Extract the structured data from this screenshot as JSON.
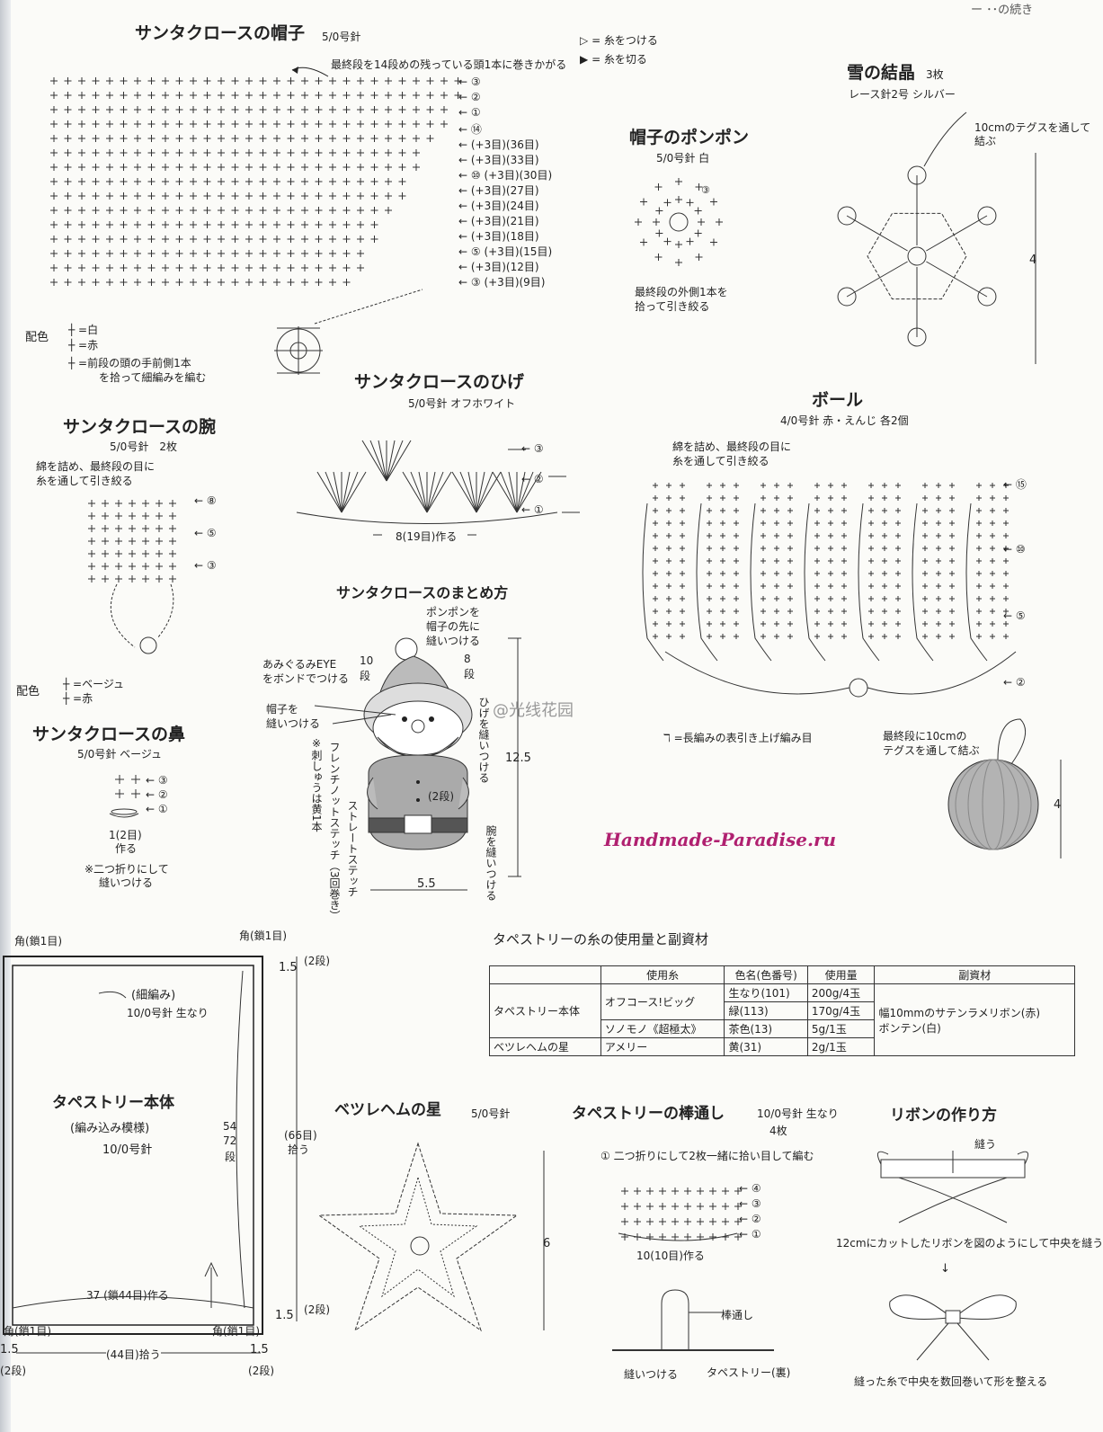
{
  "page_corner": "ー ･･の続き",
  "hat": {
    "title": "サンタクロースの帽子",
    "hook": "5/0号針",
    "top_note": "最終段を14段めの残っている頭1本に巻きかがる",
    "rows": [
      "③",
      "②",
      "①",
      "⑭",
      "(+3目)(36目)",
      "(+3目)(33目)",
      "⑩ (+3目)(30目)",
      "(+3目)(27目)",
      "(+3目)(24目)",
      "(+3目)(21目)",
      "(+3目)(18目)",
      "⑤ (+3目)(15目)",
      "(+3目)(12目)",
      "③ (+3目)(9目)"
    ],
    "color_label": "配色",
    "color_white": "=白",
    "color_red": "=赤",
    "note1": "=前段の頭の手前側1本",
    "note2": "を拾って細編みを編む"
  },
  "legend": {
    "attach": "= 糸をつける",
    "cut": "= 糸を切る"
  },
  "pompom": {
    "title": "帽子のポンポン",
    "spec": "5/0号針 白",
    "note1": "最終段の外側1本を",
    "note2": "拾って引き絞る"
  },
  "snowflake": {
    "title": "雪の結晶",
    "count": "3枚",
    "spec": "レース針2号 シルバー",
    "note1": "10cmのテグスを通して",
    "note2": "結ぶ",
    "size": "4"
  },
  "beard": {
    "title": "サンタクロースのひげ",
    "spec": "5/0号針 オフホワイト",
    "foundation": "8(19目)作る",
    "rows": [
      "③",
      "②",
      "①"
    ]
  },
  "arm": {
    "title": "サンタクロースの腕",
    "spec": "5/0号針　2枚",
    "note1": "綿を詰め、最終段の目に",
    "note2": "糸を通して引き絞る",
    "rows": [
      "⑧",
      "⑤",
      "③"
    ],
    "color_label": "配色",
    "color_beige": "=ベージュ",
    "color_red": "=赤"
  },
  "nose": {
    "title": "サンタクロースの鼻",
    "spec": "5/0号針 ベージュ",
    "rows": [
      "③",
      "②",
      "①"
    ],
    "foundation1": "1(2目)",
    "foundation2": "作る",
    "note1": "※二つ折りにして",
    "note2": "縫いつける"
  },
  "assembly": {
    "title": "サンタクロースのまとめ方",
    "pompom1": "ポンポンを",
    "pompom2": "帽子の先に",
    "pompom3": "縫いつける",
    "eye1": "あみぐるみEYE",
    "eye2": "をボンドでつける",
    "hat1": "帽子を",
    "hat2": "縫いつける",
    "rows10_1": "10",
    "rows10_2": "段",
    "rows8_1": "8",
    "rows8_2": "段",
    "rows2": "(2段)",
    "vertical1": "フレンチノットステッチ（3回巻き）",
    "vertical2": "※刺しゅうは黄1本",
    "vertical3": "ストレートステッチ",
    "vertical4": "ひげを縫いつける",
    "vertical5": "腕を縫いつける",
    "height": "12.5",
    "width": "5.5"
  },
  "ball": {
    "title": "ボール",
    "spec": "4/0号針 赤・えんじ 各2個",
    "note1": "綿を詰め、最終段の目に",
    "note2": "糸を通して引き絞る",
    "rows": [
      "⑮",
      "⑩",
      "⑤",
      "②"
    ],
    "stitch_note": "=長編みの表引き上げ編み目",
    "fin1": "最終段に10cmの",
    "fin2": "テグスを通して結ぶ",
    "size": "4"
  },
  "watermarks": {
    "weibo": "@光线花园",
    "site": "Handmade-Paradise.ru"
  },
  "tapestry": {
    "corner": "角(鎖1目)",
    "border": "(細編み)",
    "border_spec": "10/0号針 生なり",
    "title": "タペストリー本体",
    "pattern": "(編み込み模様)",
    "hook": "10/0号針",
    "rows_a": "54",
    "rows_b": "72",
    "rows_c": "段",
    "foundation": "37 (鎖44目)作る",
    "pickup_v1": "(66目)",
    "pickup_v2": "拾う",
    "pickup_h": "(44目)拾う",
    "dim_15": "1.5",
    "dim_2": "2",
    "dim_2rows": "段"
  },
  "yarn_table": {
    "title": "タペストリーの糸の使用量と副資材",
    "headers": [
      "",
      "使用糸",
      "色名(色番号)",
      "使用量",
      "副資材"
    ],
    "rows": [
      [
        "タペストリー本体",
        "オフコース!ビッグ",
        "生なり(101)",
        "200g/4玉"
      ],
      [
        "",
        "",
        "緑(113)",
        "170g/4玉"
      ],
      [
        "",
        "ソノモノ《超極太》",
        "茶色(13)",
        "5g/1玉"
      ],
      [
        "ベツレヘムの星",
        "アメリー",
        "黄(31)",
        "2g/1玉"
      ]
    ],
    "materials1": "幅10mmのサテンラメリボン(赤)",
    "materials2": "ボンテン(白)"
  },
  "star": {
    "title": "ベツレヘムの星",
    "hook": "5/0号針",
    "size": "6"
  },
  "rod": {
    "title": "タペストリーの棒通し",
    "spec": "10/0号針 生なり",
    "count": "4枚",
    "note": "① 二つ折りにして2枚一緒に拾い目して編む",
    "rows": [
      "④",
      "③",
      "②",
      "①"
    ],
    "foundation": "10(10目)作る",
    "label_rod": "棒通し",
    "label_sew": "縫いつける",
    "label_back": "タペストリー(裏)"
  },
  "ribbon": {
    "title": "リボンの作り方",
    "sew": "縫う",
    "note1": "12cmにカットしたリボンを図のようにして中央を縫う",
    "note2": "縫った糸で中央を数回巻いて形を整える"
  }
}
